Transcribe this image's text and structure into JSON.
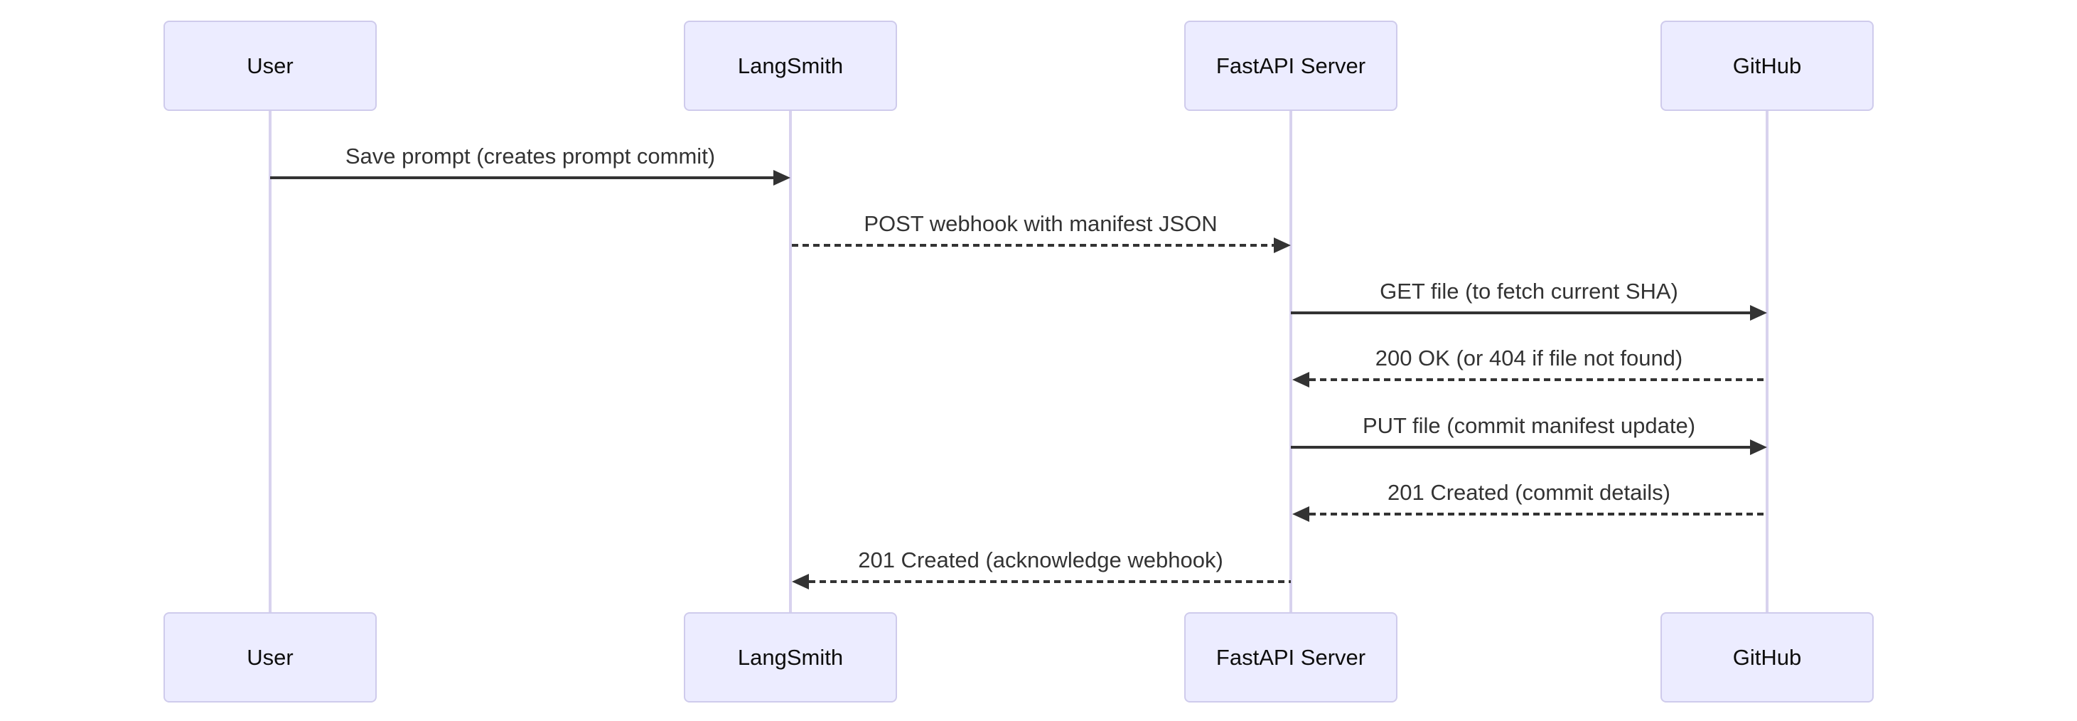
{
  "diagram": {
    "type": "sequence-diagram",
    "background": "#ffffff",
    "colors": {
      "actor_fill": "#ECECFF",
      "actor_border": "#CFCBEC",
      "lifeline": "#D8D2EE",
      "arrow": "#333333",
      "message_text": "#333333",
      "actor_text": "#0d0d0d"
    },
    "actors": [
      {
        "label": "User"
      },
      {
        "label": "LangSmith"
      },
      {
        "label": "FastAPI Server"
      },
      {
        "label": "GitHub"
      }
    ],
    "messages": [
      {
        "from": "User",
        "to": "LangSmith",
        "label": "Save prompt (creates prompt commit)",
        "line": "solid",
        "direction": "right"
      },
      {
        "from": "LangSmith",
        "to": "FastAPI Server",
        "label": "POST webhook with manifest JSON",
        "line": "dashed",
        "direction": "right"
      },
      {
        "from": "FastAPI Server",
        "to": "GitHub",
        "label": "GET file (to fetch current SHA)",
        "line": "solid",
        "direction": "right"
      },
      {
        "from": "GitHub",
        "to": "FastAPI Server",
        "label": "200 OK (or 404 if file not found)",
        "line": "dashed",
        "direction": "left"
      },
      {
        "from": "FastAPI Server",
        "to": "GitHub",
        "label": "PUT file (commit manifest update)",
        "line": "solid",
        "direction": "right"
      },
      {
        "from": "GitHub",
        "to": "FastAPI Server",
        "label": "201 Created (commit details)",
        "line": "dashed",
        "direction": "left"
      },
      {
        "from": "FastAPI Server",
        "to": "LangSmith",
        "label": "201 Created (acknowledge webhook)",
        "line": "dashed",
        "direction": "left"
      }
    ]
  }
}
